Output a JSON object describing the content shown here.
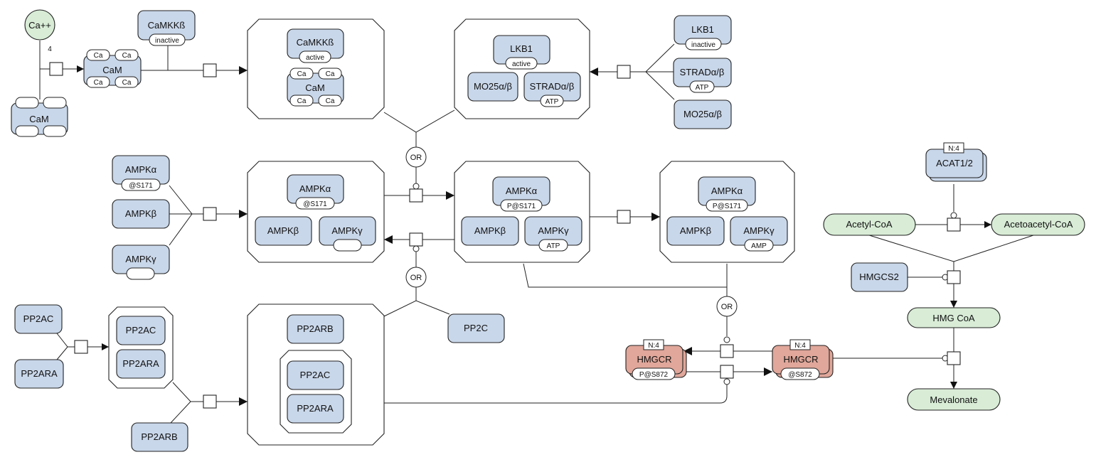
{
  "nodes": {
    "ca": "Ca++",
    "ca_stoich": "4",
    "ca_sv": "Ca",
    "cam": "CaM",
    "camkk": "CaMKKß",
    "inactive": "inactive",
    "active": "active",
    "lkb1": "LKB1",
    "strad": "STRADα/β",
    "mo25": "MO25α/β",
    "atp": "ATP",
    "amp": "AMP",
    "ampka": "AMPKα",
    "ampkb": "AMPKβ",
    "ampkg": "AMPKγ",
    "s171": "@S171",
    "ps171": "P@S171",
    "or": "OR",
    "pp2ac": "PP2AC",
    "pp2ara": "PP2ARA",
    "pp2arb": "PP2ARB",
    "pp2c": "PP2C",
    "hmgcr": "HMGCR",
    "ps872": "P@S872",
    "s872": "@S872",
    "n4": "N:4",
    "acat": "ACAT1/2",
    "acetylcoa": "Acetyl-CoA",
    "acetoacetylcoa": "Acetoacetyl-CoA",
    "hmgcs2": "HMGCS2",
    "hmgcoa": "HMG CoA",
    "mevalonate": "Mevalonate"
  }
}
